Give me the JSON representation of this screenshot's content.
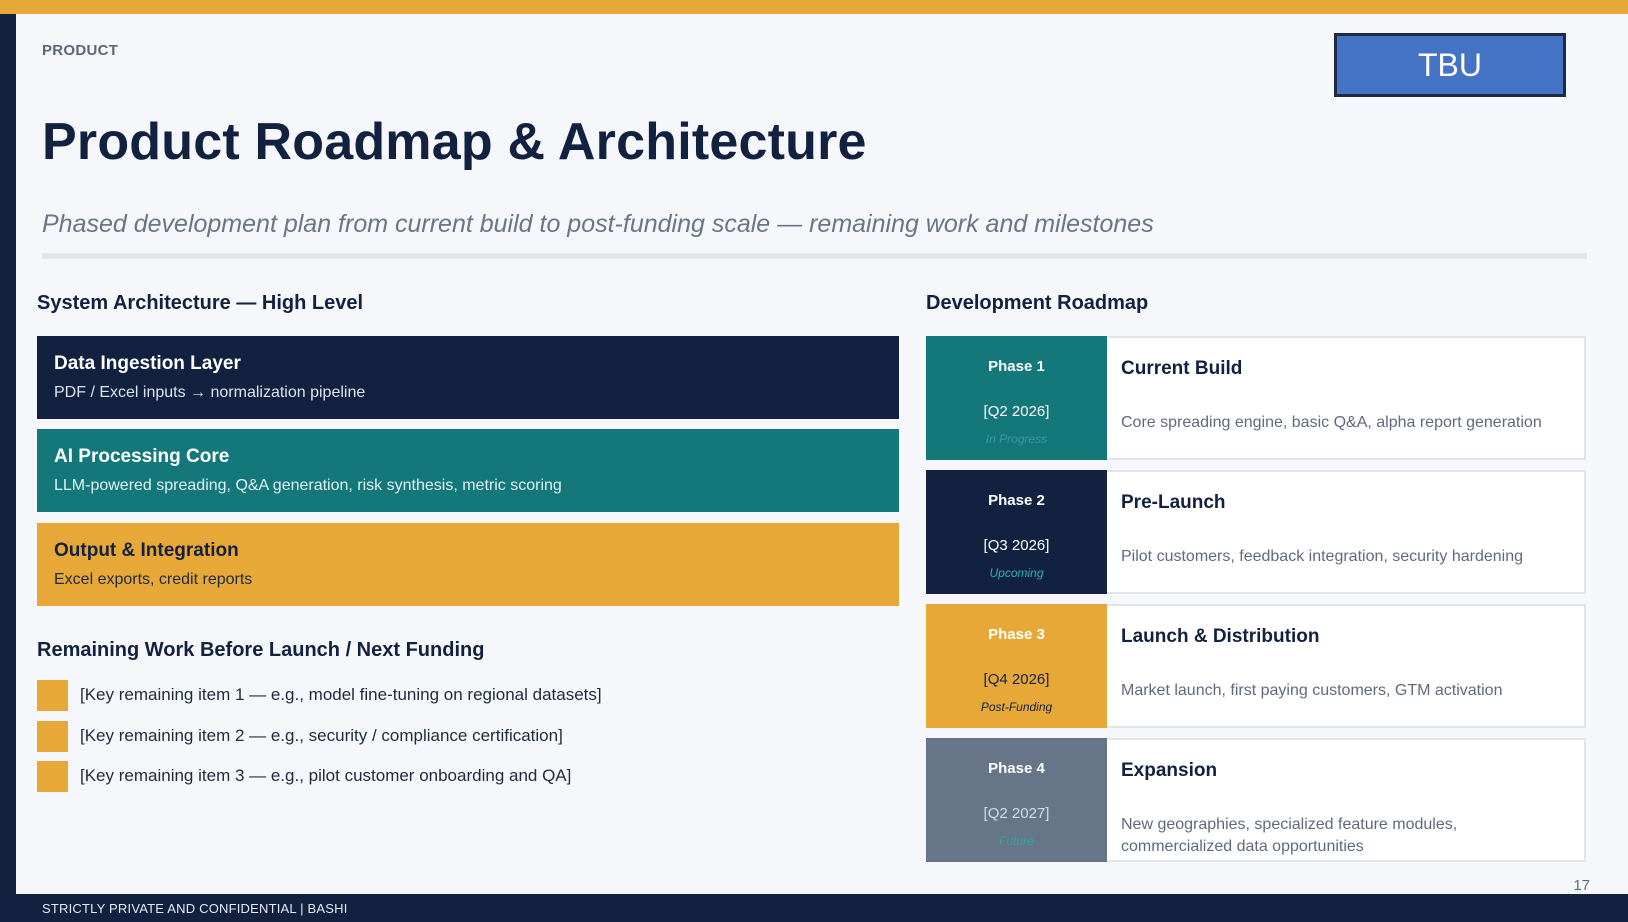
{
  "slide": {
    "eyebrow": "PRODUCT",
    "tbu_label": "TBU",
    "title": "Product Roadmap & Architecture",
    "subtitle": "Phased development plan from current build to post-funding scale — remaining work and milestones",
    "footer": "STRICTLY PRIVATE AND CONFIDENTIAL  |  BASHI",
    "page_number": "17"
  },
  "architecture": {
    "heading": "System Architecture — High Level",
    "layers": [
      {
        "name": "Data Ingestion Layer",
        "desc": "PDF / Excel inputs → normalization pipeline",
        "bg": "#12213f",
        "fg": "#ffffff",
        "sub_fg": "#dfe4ec"
      },
      {
        "name": "AI Processing Core",
        "desc": "LLM-powered spreading, Q&A generation, risk synthesis, metric scoring",
        "bg": "#14787a",
        "fg": "#ffffff",
        "sub_fg": "#e2f1f1"
      },
      {
        "name": "Output & Integration",
        "desc": "Excel exports, credit reports",
        "bg": "#e8a838",
        "fg": "#12213f",
        "sub_fg": "#1f2a3d"
      }
    ]
  },
  "remaining_work": {
    "heading": "Remaining Work Before Launch / Next Funding",
    "items": [
      "[Key remaining item 1 — e.g., model fine-tuning on regional datasets]",
      "[Key remaining item 2 — e.g., security / compliance certification]",
      "[Key remaining item 3 — e.g., pilot customer onboarding and QA]"
    ]
  },
  "roadmap": {
    "heading": "Development Roadmap",
    "phases": [
      {
        "label": "Phase 1",
        "date": "[Q2 2026]",
        "status": "In Progress",
        "title": "Current Build",
        "desc": "Core spreading engine, basic Q&A, alpha report generation",
        "bg": "#14787a",
        "status_color": "#3d9a9b"
      },
      {
        "label": "Phase 2",
        "date": "[Q3 2026]",
        "status": "Upcoming",
        "title": "Pre-Launch",
        "desc": "Pilot customers, feedback integration, security hardening",
        "bg": "#12213f",
        "status_color": "#2bb3b0"
      },
      {
        "label": "Phase 3",
        "date": "[Q4 2026]",
        "status": "Post-Funding",
        "title": "Launch & Distribution",
        "desc": "Market launch, first paying customers, GTM activation",
        "bg": "#e8a838",
        "status_color": "#12213f"
      },
      {
        "label": "Phase 4",
        "date": "[Q2 2027]",
        "status": "Future",
        "title": "Expansion",
        "desc": "New geographies, specialized  feature modules, commercialized data opportunities",
        "bg": "#667588",
        "status_color": "#2fa79e"
      }
    ]
  }
}
